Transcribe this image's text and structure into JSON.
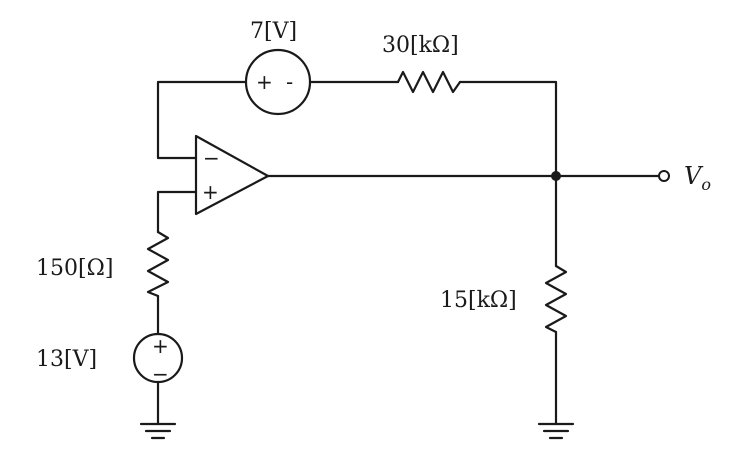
{
  "components": {
    "source_7v": {
      "label": "7[V]",
      "pos_sign": "+",
      "neg_sign": "-"
    },
    "resistor_30k": {
      "label": "30[kΩ]"
    },
    "resistor_150": {
      "label": "150[Ω]"
    },
    "source_13v": {
      "label": "13[V]",
      "pos_sign": "+",
      "neg_sign": "−"
    },
    "resistor_15k": {
      "label": "15[kΩ]"
    },
    "opamp": {
      "inverting": "−",
      "noninverting": "+"
    }
  },
  "output": {
    "label": "V",
    "subscript": "o"
  }
}
